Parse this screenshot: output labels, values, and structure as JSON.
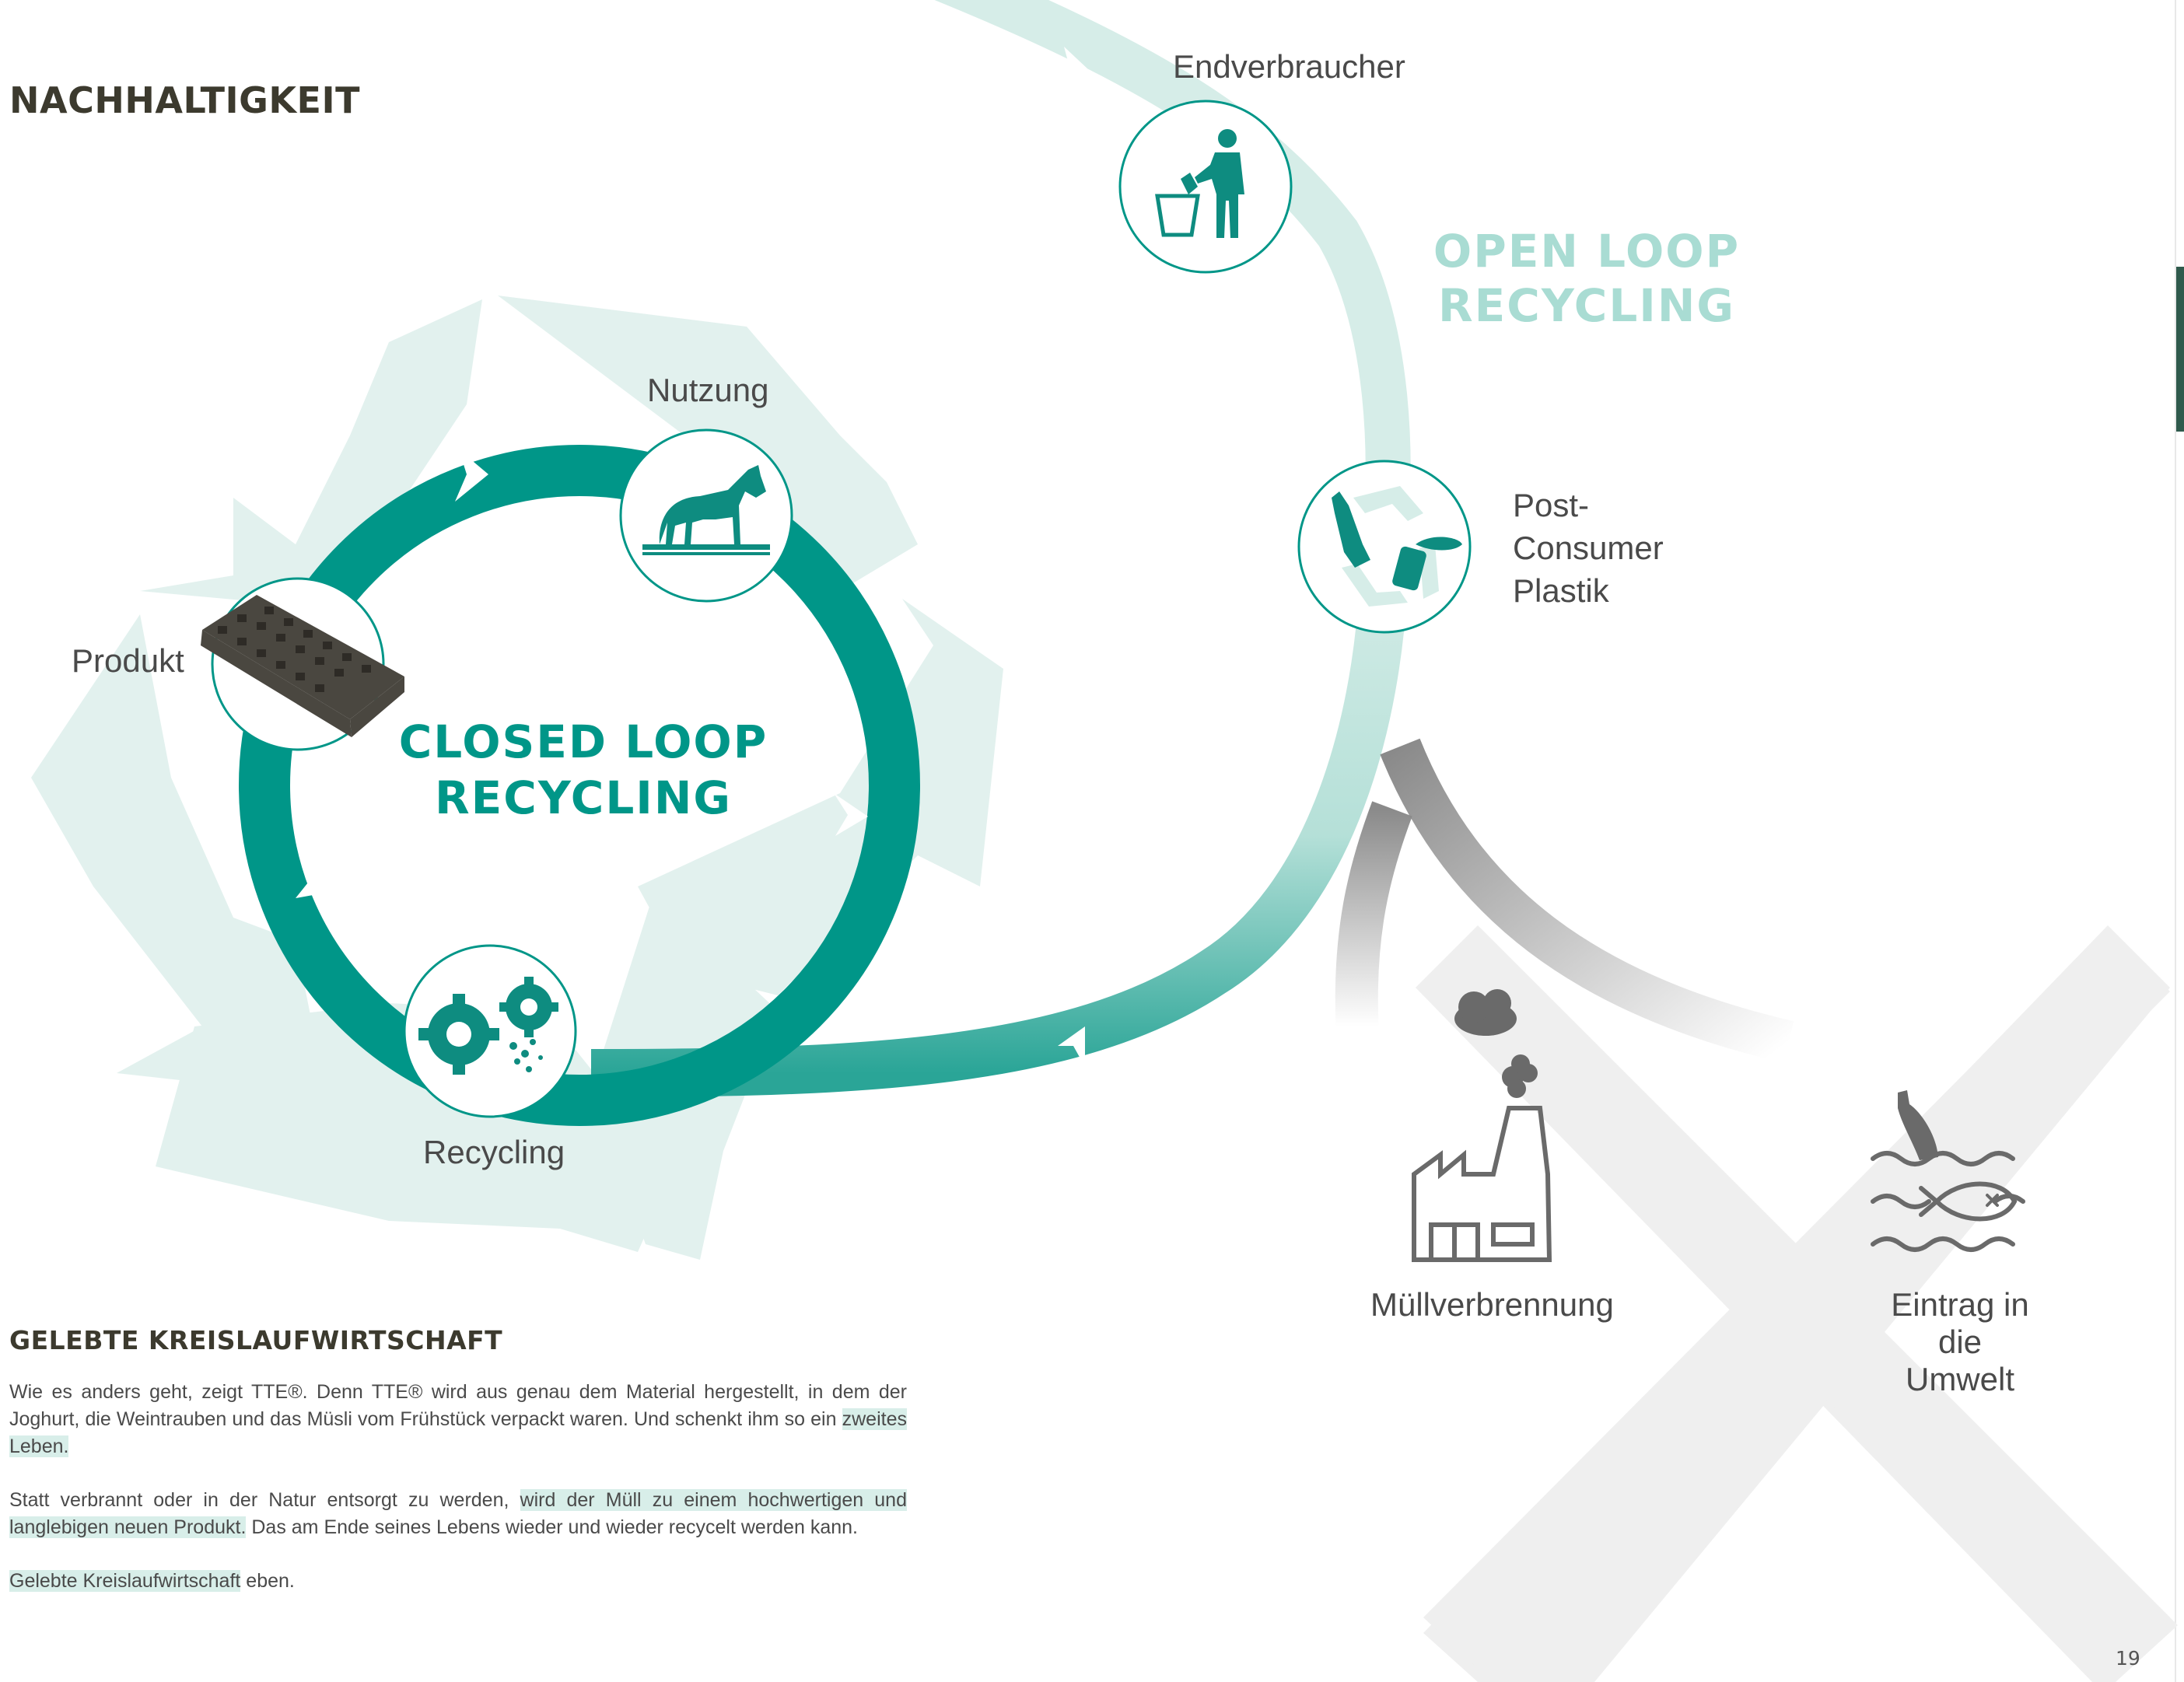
{
  "page": {
    "title": "NACHHALTIGKEIT",
    "page_number": "19"
  },
  "colors": {
    "teal": "#009688",
    "teal_light": "#a9dcd3",
    "teal_pale": "#e2f1ee",
    "gray": "#8a8a8a",
    "cross": "#efefef",
    "heading": "#3c3a2e",
    "sidebar_accent": "#2f5a4c"
  },
  "diagram": {
    "closed_loop_title": "CLOSED LOOP RECYCLING",
    "open_loop_title": "OPEN LOOP RECYCLING",
    "nodes": {
      "nutzung": {
        "label": "Nutzung",
        "icon": "horse-icon"
      },
      "produkt": {
        "label": "Produkt",
        "icon": "grid-panel-icon"
      },
      "recycling": {
        "label": "Recycling",
        "icon": "gears-icon"
      },
      "endverbraucher": {
        "label": "Endverbraucher",
        "icon": "person-trash-icon"
      },
      "post_consumer": {
        "label_lines": [
          "Post-",
          "Consumer",
          "Plastik"
        ],
        "icon": "bottle-can-recycle-icon"
      },
      "muellverbrennung": {
        "label": "Müllverbrennung",
        "icon": "factory-icon"
      },
      "eintrag": {
        "label_lines": [
          "Eintrag in",
          "die Umwelt"
        ],
        "icon": "polluted-water-icon"
      }
    }
  },
  "section": {
    "title": "GELEBTE KREISLAUFWIRTSCHAFT",
    "p1_text": "Wie es anders geht, zeigt TTE®. Denn TTE® wird aus genau dem Material hergestellt, in dem der Joghurt, die Weintrauben und das Müsli vom Frühstück verpackt waren. Und schenkt ihm so ein ",
    "p1_highlight": "zweites Leben.",
    "p2_text": "Statt verbrannt oder in der Natur entsorgt zu werden, ",
    "p2_highlight": "wird der Müll zu einem hochwertigen und langlebigen neuen Produkt.",
    "p2_tail": " Das am Ende seines Lebens wieder und wieder recycelt werden kann.",
    "p3_highlight": "Gelebte Kreislaufwirtschaft",
    "p3_tail": " eben."
  }
}
